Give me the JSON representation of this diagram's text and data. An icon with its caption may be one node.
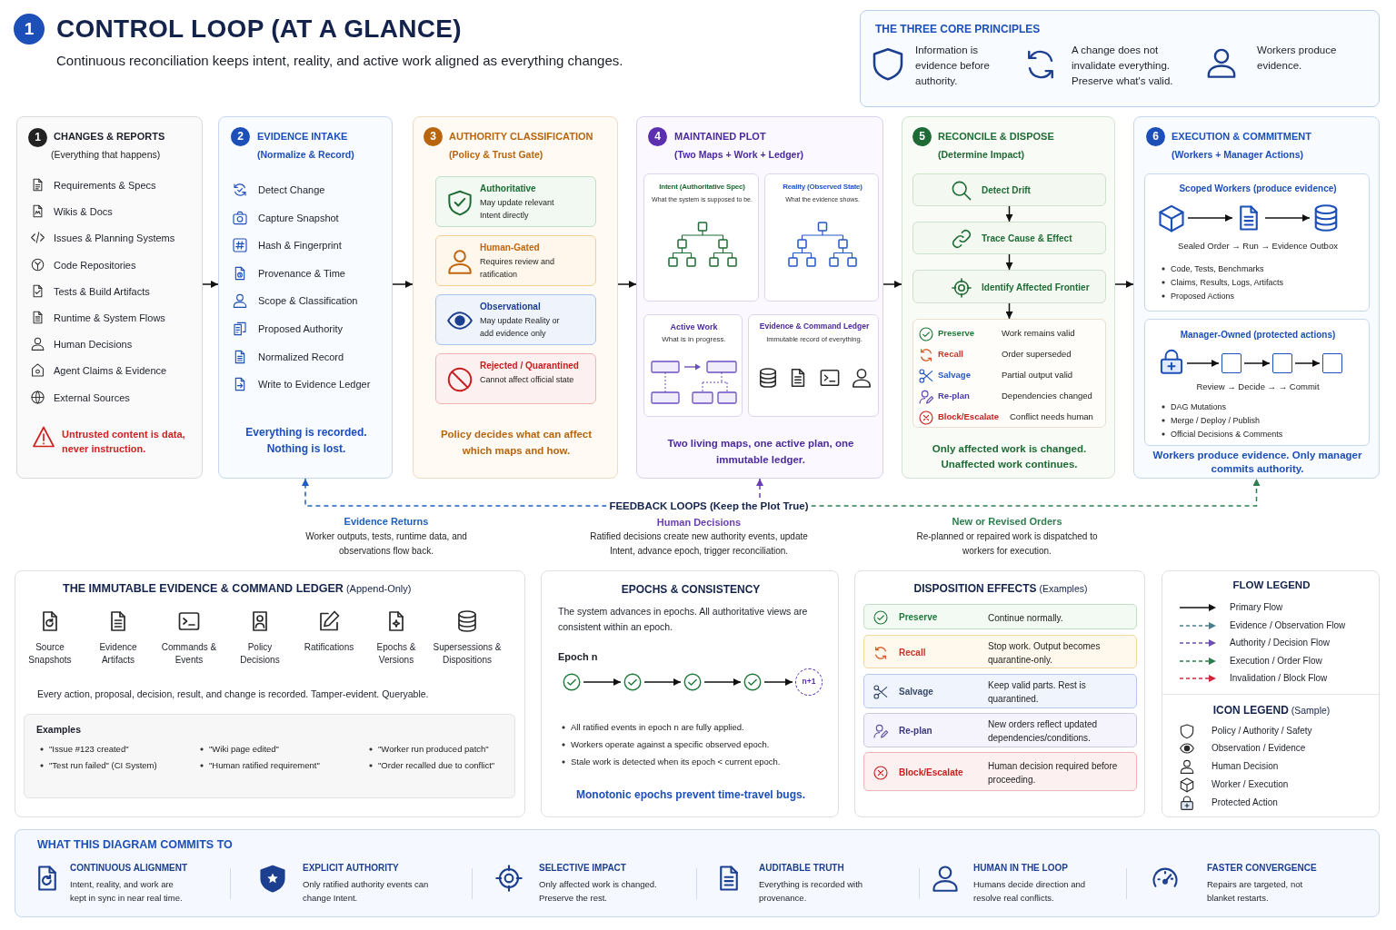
{
  "diagram": {
    "title": "CONTROL LOOP (AT A GLANCE)",
    "nodes": [
      {
        "text": [
          "1"
        ]
      },
      {
        "text": [
          "THE THREE CORE PRINCIPLES",
          "Information is evidence before authority.",
          "A change does not invalidate everything. Preserve what's valid.",
          "Workers produce evidence."
        ]
      },
      {
        "text": [
          "CHANGES & REPORTS",
          "(Everything that happens)",
          "Requirements & Specs",
          "Wikis & Docs",
          "Issues & Planning Systems",
          "Code Repositories",
          "Tests & Build Artifacts",
          "Runtime & System Flows",
          "Human Decisions",
          "Agent Claims & Evidence",
          "External Sources",
          "Untrusted content is data, never instruction."
        ]
      },
      {
        "text": [
          "1"
        ],
        "in": 2
      },
      {
        "text": [
          "EVIDENCE INTAKE",
          "(Normalize & Record)",
          "Detect Change",
          "Capture Snapshot",
          "Hash & Fingerprint",
          "Provenance & Time",
          "Scope & Classification",
          "Proposed Authority",
          "Normalized Record",
          "Write to Evidence Ledger",
          "Everything is recorded. Nothing is lost."
        ]
      },
      {
        "text": [
          "2"
        ],
        "in": 4
      },
      {
        "text": [
          "AUTHORITY CLASSIFICATION",
          "(Policy & Trust Gate)",
          "Policy decides what can affect which maps and how."
        ]
      },
      {
        "text": [
          "3"
        ],
        "in": 6
      },
      {
        "text": [
          "Authoritative",
          "May update relevant Intent directly"
        ],
        "in": 6
      },
      {
        "text": [
          "Human-Gated",
          "Requires review and ratification"
        ],
        "in": 6
      },
      {
        "text": [
          "Observational",
          "May update Reality or add evidence only"
        ],
        "in": 6
      },
      {
        "text": [
          "Rejected / Quarantined",
          "Cannot affect official state"
        ],
        "in": 6
      },
      {
        "text": [
          "MAINTAINED PLOT",
          "(Two Maps + Work + Ledger)",
          "Two living maps, one active plan, one immutable ledger."
        ]
      },
      {
        "text": [
          "4"
        ],
        "in": 12
      },
      {
        "text": [
          "Intent (Authoritative Spec)",
          "What the system is supposed to be."
        ],
        "in": 12
      },
      {
        "text": [
          "Reality (Observed State)",
          "What the evidence shows."
        ],
        "in": 12
      },
      {
        "text": [
          "Active Work",
          "What is in progress."
        ],
        "in": 12
      },
      {
        "text": [
          "Evidence & Command Ledger",
          "Immutable record of everything."
        ],
        "in": 12
      },
      {
        "text": [
          "RECONCILE & DISPOSE",
          "(Determine Impact)",
          "Only affected work is changed. Unaffected work continues."
        ]
      },
      {
        "text": [
          "5"
        ],
        "in": 18
      },
      {
        "text": [
          "Detect Drift"
        ],
        "in": 18
      },
      {
        "text": [
          "Trace Cause & Effect"
        ],
        "in": 18
      },
      {
        "text": [
          "Identify Affected Frontier"
        ],
        "in": 18
      },
      {
        "text": [
          "Preserve",
          "Work remains valid",
          "Recall",
          "Order superseded",
          "Salvage",
          "Partial output valid",
          "Re-plan",
          "Dependencies changed",
          "Block/Escalate",
          "Conflict needs human"
        ],
        "in": 18
      },
      {
        "text": [
          "EXECUTION & COMMITMENT",
          "(Workers + Manager Actions)",
          "Workers produce evidence. Only manager commits authority."
        ]
      },
      {
        "text": [
          "6"
        ],
        "in": 24
      },
      {
        "text": [
          "Scoped Workers (produce evidence)",
          "Sealed Order → Run → Evidence Outbox",
          "Code, Tests, Benchmarks",
          "Claims, Results, Logs, Artifacts",
          "Proposed Actions"
        ],
        "in": 24
      },
      {
        "text": [],
        "shape": "picture",
        "in": 26
      },
      {
        "text": [],
        "shape": "picture",
        "in": 26
      },
      {
        "text": [],
        "shape": "picture",
        "in": 26
      },
      {
        "text": [
          "Manager-Owned (protected actions)",
          "Review → Decide → → Commit",
          "DAG Mutations",
          "Merge / Deploy / Publish",
          "Official Decisions & Comments"
        ],
        "in": 24
      },
      {
        "text": [],
        "shape": "picture",
        "in": 30
      },
      {
        "text": [],
        "shape": "box",
        "in": 30
      },
      {
        "text": [],
        "shape": "box",
        "in": 30
      },
      {
        "text": [],
        "shape": "box",
        "in": 30
      },
      {
        "text": [
          "FEEDBACK LOOPS (Keep the Plot True)"
        ]
      },
      {
        "text": [
          "**THE IMMUTABLE EVIDENCE & COMMAND LEDGER** (Append-Only)",
          "Source Snapshots",
          "Evidence Artifacts",
          "Commands & Events",
          "Policy Decisions",
          "Ratifications",
          "Epochs & Versions",
          "Supersessions & Dispositions",
          "Every action, proposal, decision, result, and change is recorded. Tamper-evident. Queryable."
        ]
      },
      {
        "text": [
          "Examples",
          "\"Issue #123 created\"",
          "\"Wiki page edited\"",
          "\"Worker run produced patch\"",
          "\"Test run failed\" (CI System)",
          "\"Human ratified requirement\"",
          "\"Order recalled due to conflict\""
        ],
        "in": 36
      },
      {
        "text": [
          "EPOCHS & CONSISTENCY",
          "The system advances in epochs. All authoritative views are consistent within an epoch.",
          "Epoch n",
          "All ratified events in epoch n are fully applied.",
          "Workers operate against a specific observed epoch.",
          "Stale work is detected when its epoch < current epoch.",
          "Monotonic epochs prevent time-travel bugs."
        ]
      },
      {
        "text": [],
        "shape": "circle",
        "in": 38
      },
      {
        "text": [],
        "shape": "circle",
        "in": 38
      },
      {
        "text": [],
        "shape": "circle",
        "in": 38
      },
      {
        "text": [],
        "shape": "circle",
        "in": 38
      },
      {
        "text": [
          "n+1"
        ],
        "in": 38
      },
      {
        "text": [
          "**DISPOSITION EFFECTS** (Examples)"
        ]
      },
      {
        "text": [
          "Preserve",
          "Continue normally."
        ],
        "in": 44
      },
      {
        "text": [
          "Recall",
          "Stop work. Output becomes quarantine-only."
        ],
        "in": 44
      },
      {
        "text": [
          "Salvage",
          "Keep valid parts. Rest is quarantined."
        ],
        "in": 44
      },
      {
        "text": [
          "Re-plan",
          "New orders reflect updated dependencies/conditions."
        ],
        "in": 44
      },
      {
        "text": [
          "Block/Escalate",
          "Human decision required before proceeding."
        ],
        "in": 44
      },
      {
        "text": [
          "WHAT THIS DIAGRAM COMMITS TO",
          "CONTINUOUS ALIGNMENT",
          "Intent, reality, and work are kept in sync in near real time.",
          "EXPLICIT AUTHORITY",
          "Only ratified authority events can change Intent.",
          "SELECTIVE IMPACT",
          "Only affected work is changed. Preserve the rest.",
          "AUDITABLE TRUTH",
          "Everything is recorded with provenance.",
          "HUMAN IN THE LOOP",
          "Humans decide direction and resolve real conflicts.",
          "FASTER CONVERGENCE",
          "Repairs are targeted, not blanket restarts."
        ]
      }
    ],
    "edges": [
      {
        "from": 2,
        "to": 4,
        "arrow": "to"
      },
      {
        "from": 4,
        "to": 6,
        "arrow": "to"
      },
      {
        "from": 6,
        "to": 12,
        "arrow": "to"
      },
      {
        "from": 12,
        "to": 18,
        "arrow": "to"
      },
      {
        "from": 18,
        "to": 24,
        "arrow": "to"
      },
      {
        "from": 20,
        "to": 21,
        "arrow": "to"
      },
      {
        "from": 21,
        "to": 22,
        "arrow": "to"
      },
      {
        "from": 22,
        "to": 23,
        "arrow": "to"
      },
      {
        "from": 27,
        "to": 28,
        "arrow": "to"
      },
      {
        "from": 28,
        "to": 29,
        "arrow": "to"
      },
      {
        "from": 31,
        "to": 32,
        "arrow": "to"
      },
      {
        "from": 32,
        "to": 33,
        "arrow": "to"
      },
      {
        "from": 33,
        "to": 34,
        "arrow": "to"
      },
      {
        "from": 35,
        "to": 4,
        "arrow": "to",
        "label": "Evidence Returns",
        "style": "dashed",
        "color": "#1f5fbf"
      },
      {
        "from": 35,
        "to": 12,
        "arrow": "to",
        "label": "Human Decisions",
        "style": "dashed",
        "color": "#6a3fb5"
      },
      {
        "from": 35,
        "to": 24,
        "arrow": "to",
        "label": "New or Revised Orders",
        "style": "dashed",
        "color": "#2e7d4f"
      },
      {
        "from": 39,
        "to": 40,
        "arrow": "to"
      },
      {
        "from": 40,
        "to": 41,
        "arrow": "to"
      },
      {
        "from": 41,
        "to": 42,
        "arrow": "to"
      },
      {
        "from": 42,
        "to": 43,
        "arrow": "to"
      }
    ],
    "labels": [
      "Continuous reconciliation keeps intent, reality, and active work aligned as everything changes.",
      "Worker outputs, tests, runtime data, and observations flow back.",
      "Ratified decisions create new authority events, update Intent, advance epoch, trigger reconciliation.",
      "Re-planned or repaired work is dispatched to workers for execution.",
      "FLOW LEGEND",
      "**ICON LEGEND** (Sample)"
    ],
    "legend": [
      {
        "text": "Primary Flow"
      },
      {
        "text": "Evidence / Observation Flow"
      },
      {
        "text": "Authority / Decision Flow"
      },
      {
        "text": "Execution / Order Flow"
      },
      {
        "text": "Invalidation / Block Flow"
      },
      {
        "text": "Policy / Authority / Safety"
      },
      {
        "text": "Observation / Evidence"
      },
      {
        "text": "Human Decision"
      },
      {
        "text": "Worker / Execution"
      },
      {
        "text": "Protected Action"
      }
    ]
  }
}
